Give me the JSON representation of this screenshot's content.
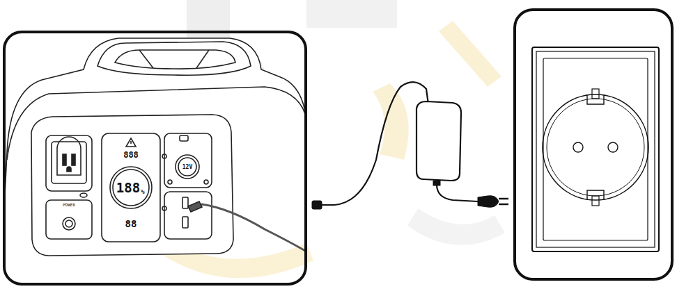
{
  "diagram": {
    "labels": [
      "888",
      "188",
      "%",
      "88",
      "POWER",
      "12V"
    ]
  }
}
